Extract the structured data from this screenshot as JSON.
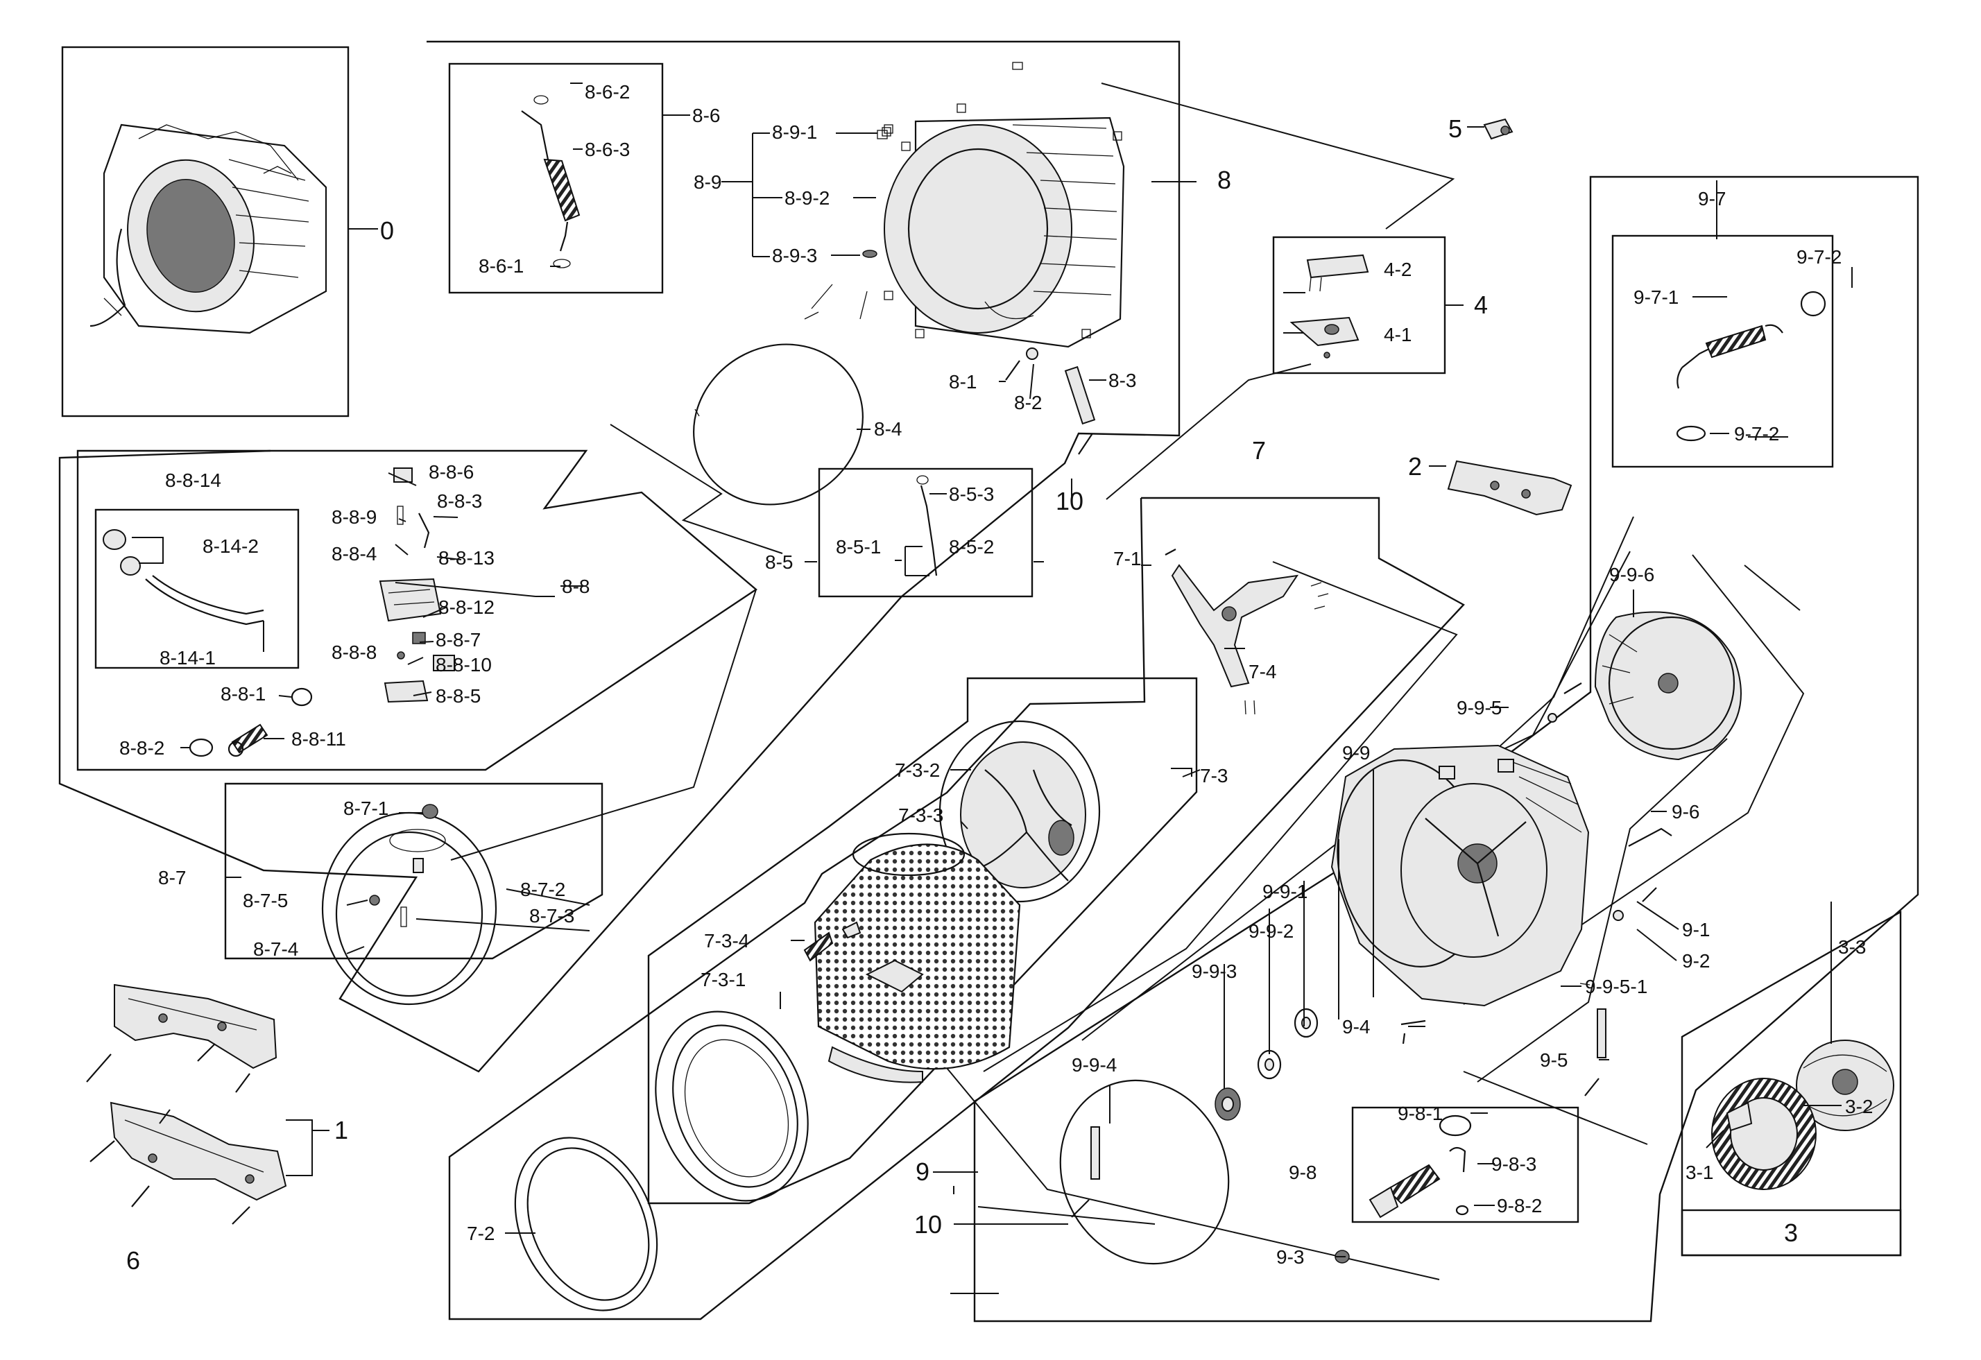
{
  "labels": {
    "l_0": "0",
    "l_1": "1",
    "l_2": "2",
    "l_3": "3",
    "l_3_1": "3-1",
    "l_3_2": "3-2",
    "l_3_3": "3-3",
    "l_4": "4",
    "l_4_1": "4-1",
    "l_4_2": "4-2",
    "l_5": "5",
    "l_6": "6",
    "l_7": "7",
    "l_7_1": "7-1",
    "l_7_2": "7-2",
    "l_7_3": "7-3",
    "l_7_3_1": "7-3-1",
    "l_7_3_2": "7-3-2",
    "l_7_3_3": "7-3-3",
    "l_7_3_4": "7-3-4",
    "l_7_4": "7-4",
    "l_8": "8",
    "l_8_1": "8-1",
    "l_8_2": "8-2",
    "l_8_3": "8-3",
    "l_8_4": "8-4",
    "l_8_5": "8-5",
    "l_8_5_1": "8-5-1",
    "l_8_5_2": "8-5-2",
    "l_8_5_3": "8-5-3",
    "l_8_6": "8-6",
    "l_8_6_1": "8-6-1",
    "l_8_6_2": "8-6-2",
    "l_8_6_3": "8-6-3",
    "l_8_7": "8-7",
    "l_8_7_1": "8-7-1",
    "l_8_7_2": "8-7-2",
    "l_8_7_3": "8-7-3",
    "l_8_7_4": "8-7-4",
    "l_8_7_5": "8-7-5",
    "l_8_8": "8-8",
    "l_8_8_1": "8-8-1",
    "l_8_8_2": "8-8-2",
    "l_8_8_3": "8-8-3",
    "l_8_8_4": "8-8-4",
    "l_8_8_5": "8-8-5",
    "l_8_8_6": "8-8-6",
    "l_8_8_7": "8-8-7",
    "l_8_8_8": "8-8-8",
    "l_8_8_9": "8-8-9",
    "l_8_8_10": "8-8-10",
    "l_8_8_11": "8-8-11",
    "l_8_8_12": "8-8-12",
    "l_8_8_13": "8-8-13",
    "l_8_8_14": "8-8-14",
    "l_8_14_1": "8-14-1",
    "l_8_14_2": "8-14-2",
    "l_8_9": "8-9",
    "l_8_9_1": "8-9-1",
    "l_8_9_2": "8-9-2",
    "l_8_9_3": "8-9-3",
    "l_9": "9",
    "l_9_1": "9-1",
    "l_9_2": "9-2",
    "l_9_3": "9-3",
    "l_9_4": "9-4",
    "l_9_5": "9-5",
    "l_9_6": "9-6",
    "l_9_7": "9-7",
    "l_9_7_1": "9-7-1",
    "l_9_7_2a": "9-7-2",
    "l_9_7_2b": "9-7-2",
    "l_9_8": "9-8",
    "l_9_8_1": "9-8-1",
    "l_9_8_2": "9-8-2",
    "l_9_8_3": "9-8-3",
    "l_9_9": "9-9",
    "l_9_9_1": "9-9-1",
    "l_9_9_2": "9-9-2",
    "l_9_9_3": "9-9-3",
    "l_9_9_4": "9-9-4",
    "l_9_9_5": "9-9-5",
    "l_9_9_5_1": "9-9-5-1",
    "l_9_9_6": "9-9-6",
    "l_10a": "10",
    "l_10b": "10"
  }
}
